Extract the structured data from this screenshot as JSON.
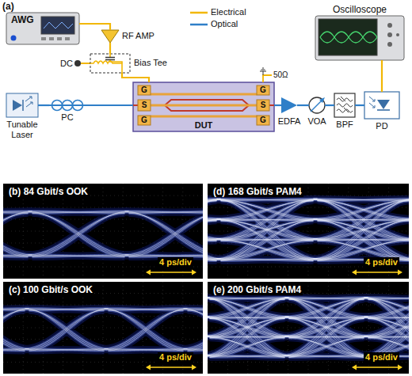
{
  "diagram": {
    "nodes": [
      {
        "text": [
          "AWG"
        ]
      },
      {
        "text": [
          "Oscilloscope"
        ]
      },
      {
        "text": [
          "RF AMP"
        ]
      },
      {
        "text": [
          "Bias Tee"
        ]
      },
      {
        "text": [
          "Tunable Laser"
        ]
      },
      {
        "text": [
          "PC"
        ]
      },
      {
        "text": [
          "DUT"
        ]
      },
      {
        "text": [
          "EDFA"
        ]
      },
      {
        "text": [
          "VOA"
        ]
      },
      {
        "text": [
          "BPF"
        ]
      },
      {
        "text": [
          "PD"
        ]
      },
      {
        "text": [
          "(b) 84 Gbit/s OOK",
          "4 ps/div"
        ]
      },
      {
        "text": [
          "(c) 100 Gbit/s OOK",
          "4 ps/div"
        ]
      },
      {
        "text": [
          "(d) 168 Gbit/s PAM4",
          "4 ps/div"
        ]
      },
      {
        "text": [
          "(e) 200 Gbit/s PAM4",
          "4 ps/div"
        ]
      }
    ],
    "edges": [
      {
        "from": 0,
        "to": 2,
        "arrow": "none"
      },
      {
        "from": 2,
        "to": 3,
        "arrow": "none"
      },
      {
        "from": 3,
        "to": 6,
        "arrow": "none"
      },
      {
        "from": 4,
        "to": 5,
        "arrow": "none"
      },
      {
        "from": 5,
        "to": 6,
        "arrow": "none"
      },
      {
        "from": 6,
        "to": 7,
        "arrow": "none"
      },
      {
        "from": 7,
        "to": 8,
        "arrow": "none"
      },
      {
        "from": 8,
        "to": 9,
        "arrow": "none"
      },
      {
        "from": 9,
        "to": 10,
        "arrow": "none"
      },
      {
        "from": 10,
        "to": 1,
        "arrow": "none"
      }
    ],
    "labels": [
      "(a)",
      "DC",
      "G",
      "S",
      "G",
      "G",
      "S",
      "G",
      "50Ω"
    ],
    "legend": [
      {
        "text": "Electrical"
      },
      {
        "text": "Optical"
      }
    ]
  }
}
